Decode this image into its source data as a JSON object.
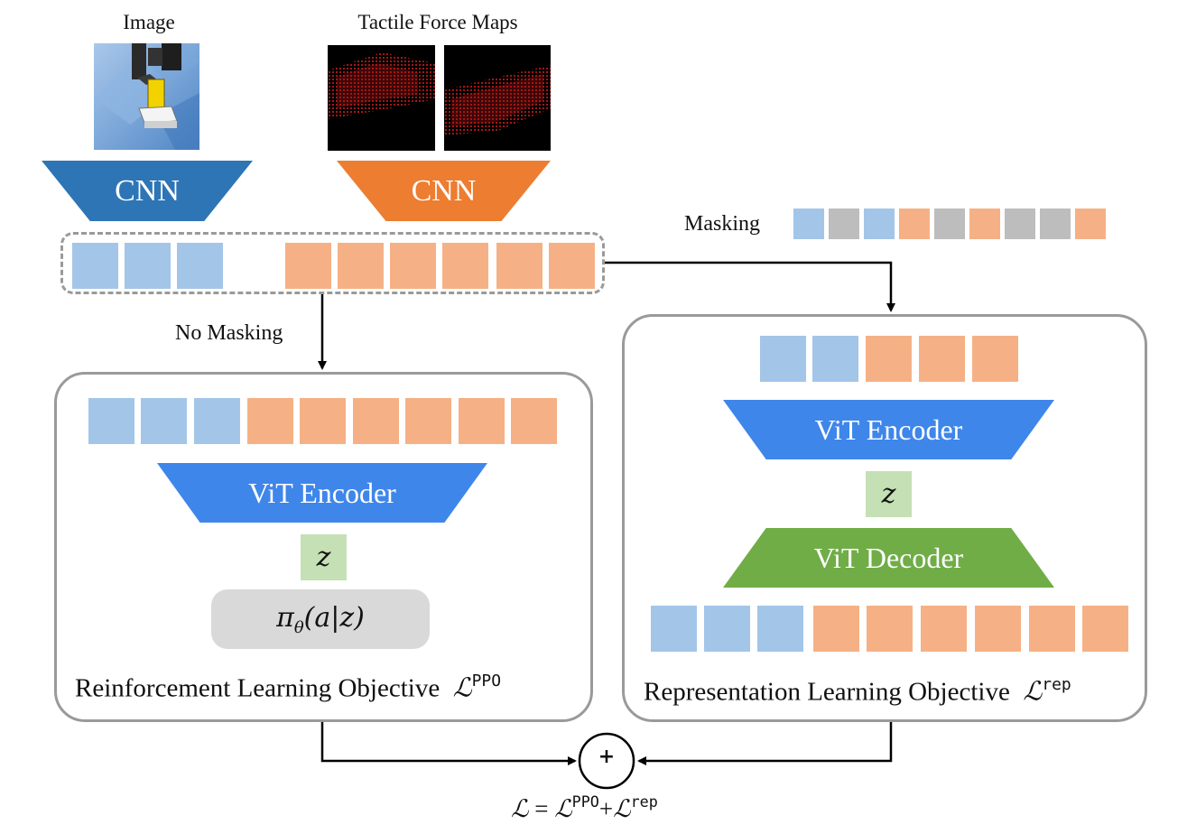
{
  "inputs": {
    "image_title": "Image",
    "tactile_title": "Tactile Force Maps"
  },
  "cnn": {
    "image_label": "CNN",
    "tactile_label": "CNN"
  },
  "masking": {
    "masking_label": "Masking",
    "no_masking_label": "No Masking",
    "mask_pattern": [
      "b",
      "g",
      "b",
      "o",
      "g",
      "o",
      "g",
      "g",
      "o"
    ]
  },
  "tokens": {
    "concat_image": 3,
    "concat_tactile": 6
  },
  "rl_panel": {
    "encoder_label": "ViT Encoder",
    "latent_label": "z",
    "policy_pi": "π",
    "policy_sub": "θ",
    "policy_args": "(a|z)",
    "objective_label": "Reinforcement Learning Objective",
    "loss_symbol": "ℒ",
    "loss_sup": "PPO"
  },
  "rep_panel": {
    "encoder_label": "ViT Encoder",
    "latent_label": "z",
    "decoder_label": "ViT Decoder",
    "objective_label": "Representation Learning Objective",
    "loss_symbol": "ℒ",
    "loss_sup": "rep"
  },
  "total_loss": {
    "plus": "+",
    "lhs": "ℒ",
    "eq": " = ",
    "t1": "ℒ",
    "t1_sup": "PPO",
    "plus_op": "+",
    "t2": "ℒ",
    "t2_sup": "rep"
  },
  "colors": {
    "image_cnn": "#2e75b6",
    "tactile_cnn": "#ed7d31",
    "vit_encoder": "#3f86ea",
    "vit_decoder": "#70ad47",
    "image_token": "#a3c5e8",
    "tactile_token": "#f5b185",
    "masked_token": "#bdbdbd",
    "latent": "#c5e0b4",
    "policy_box": "#d9d9d9"
  }
}
